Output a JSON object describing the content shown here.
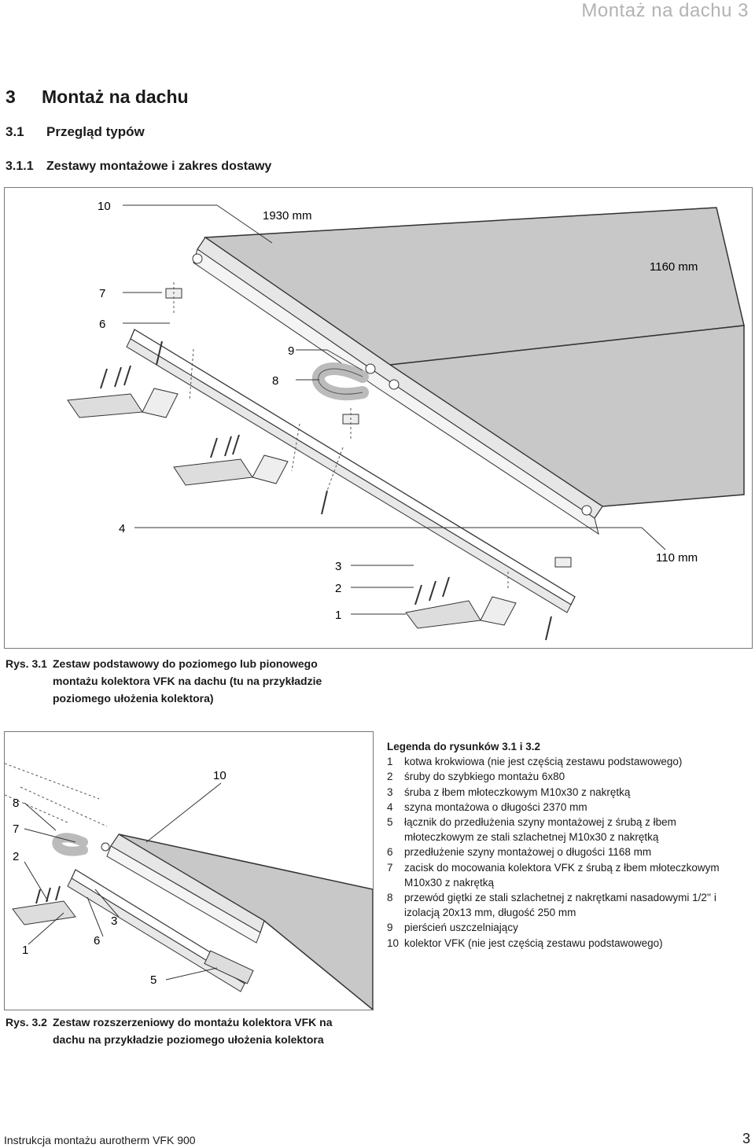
{
  "header": {
    "running_title": "Montaż na dachu 3"
  },
  "section": {
    "number": "3",
    "title": "Montaż na dachu"
  },
  "subsection": {
    "number": "3.1",
    "title": "Przegląd typów"
  },
  "subsubsection": {
    "number": "3.1.1",
    "title": "Zestawy montażowe i zakres dostawy"
  },
  "figure1": {
    "callouts": [
      "10",
      "7",
      "6",
      "9",
      "8",
      "4",
      "3",
      "2",
      "1"
    ],
    "dimensions": [
      "1930 mm",
      "1160 mm",
      "110 mm"
    ],
    "caption_prefix": "Rys. 3.1",
    "caption_line1": "Zestaw podstawowy do poziomego lub pionowego",
    "caption_line2": "montażu kolektora VFK na dachu (tu na przykładzie",
    "caption_line3": "poziomego ułożenia kolektora)"
  },
  "figure2": {
    "callouts": [
      "10",
      "8",
      "7",
      "2",
      "3",
      "6",
      "1",
      "5"
    ],
    "caption_prefix": "Rys. 3.2",
    "caption_line1": "Zestaw rozszerzeniowy do montażu kolektora VFK na",
    "caption_line2": "dachu na przykładzie poziomego ułożenia kolektora"
  },
  "legend": {
    "title": "Legenda do rysunków 3.1 i 3.2",
    "items": [
      {
        "num": "1",
        "text": "kotwa krokwiowa (nie jest częścią zestawu podstawowego)"
      },
      {
        "num": "2",
        "text": "śruby do szybkiego montażu 6x80"
      },
      {
        "num": "3",
        "text": "śruba z łbem młoteczkowym M10x30 z nakrętką"
      },
      {
        "num": "4",
        "text": "szyna montażowa o długości 2370 mm"
      },
      {
        "num": "5",
        "text": "łącznik do przedłużenia szyny montażowej z śrubą z łbem młoteczkowym ze stali szlachetnej M10x30 z nakrętką"
      },
      {
        "num": "6",
        "text": "przedłużenie szyny montażowej o długości 1168 mm"
      },
      {
        "num": "7",
        "text": "zacisk do mocowania kolektora VFK z śrubą z łbem młoteczkowym M10x30 z nakrętką"
      },
      {
        "num": "8",
        "text": "przewód giętki ze stali szlachetnej z nakrętkami nasadowymi 1/2'' i izolacją 20x13 mm, długość 250 mm"
      },
      {
        "num": "9",
        "text": "pierścień uszczelniający"
      },
      {
        "num": "10",
        "text": "kolektor VFK (nie jest częścią zestawu podstawowego)"
      }
    ]
  },
  "footer": {
    "text": "Instrukcja montażu aurotherm VFK 900",
    "page": "3"
  }
}
